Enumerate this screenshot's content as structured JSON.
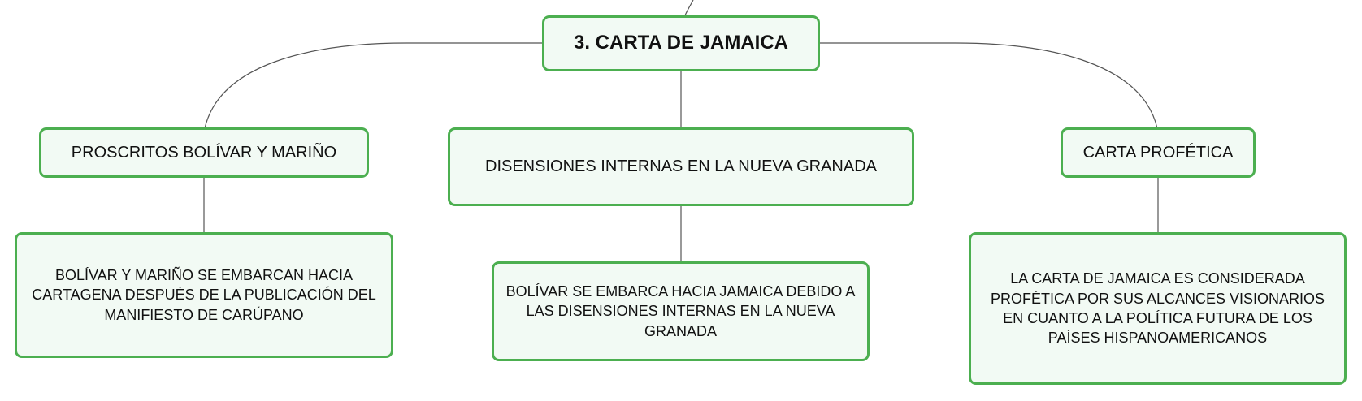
{
  "root": {
    "label": "3. CARTA DE JAMAICA"
  },
  "branches": [
    {
      "topic": "PROSCRITOS BOLÍVAR Y MARIÑO",
      "detail": "BOLÍVAR Y MARIÑO SE EMBARCAN HACIA CARTAGENA DESPUÉS DE LA PUBLICACIÓN DEL MANIFIESTO DE CARÚPANO"
    },
    {
      "topic": "DISENSIONES INTERNAS EN LA NUEVA GRANADA",
      "detail": "BOLÍVAR SE EMBARCA HACIA JAMAICA DEBIDO A LAS DISENSIONES INTERNAS EN LA NUEVA GRANADA"
    },
    {
      "topic": "CARTA PROFÉTICA",
      "detail": "LA CARTA DE JAMAICA ES CONSIDERADA PROFÉTICA POR SUS ALCANCES VISIONARIOS EN CUANTO A LA POLÍTICA FUTURA DE LOS PAÍSES HISPANOAMERICANOS"
    }
  ],
  "colors": {
    "node_border": "#4caf50",
    "node_fill": "#f2faf4",
    "connector": "#555555"
  }
}
